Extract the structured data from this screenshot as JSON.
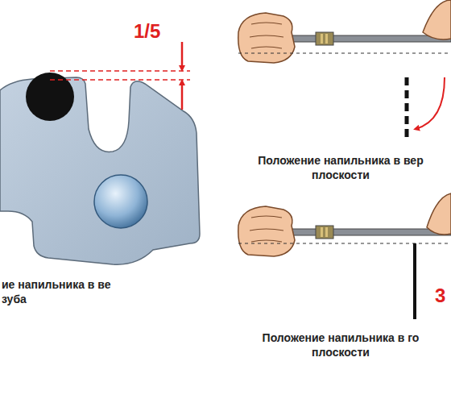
{
  "diagram": {
    "labels": [
      "1/5",
      "ие напильника в ве зуба",
      "Положение напильника в вер плоскости",
      "Положение напильника в го плоскости",
      "3"
    ]
  }
}
